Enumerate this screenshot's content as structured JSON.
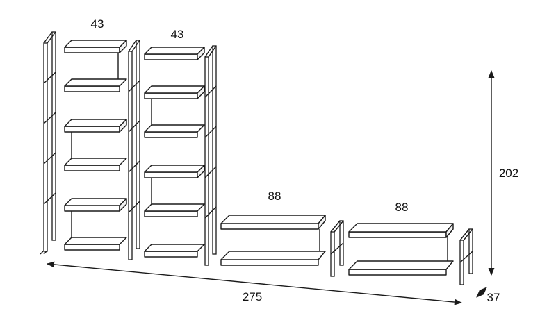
{
  "dimensions": {
    "module_1_width": "43",
    "module_2_width": "43",
    "module_3_width": "88",
    "module_4_width": "88",
    "total_width": "275",
    "height": "202",
    "depth": "37"
  },
  "colors": {
    "line": "#1a1a1a",
    "background": "#ffffff"
  }
}
